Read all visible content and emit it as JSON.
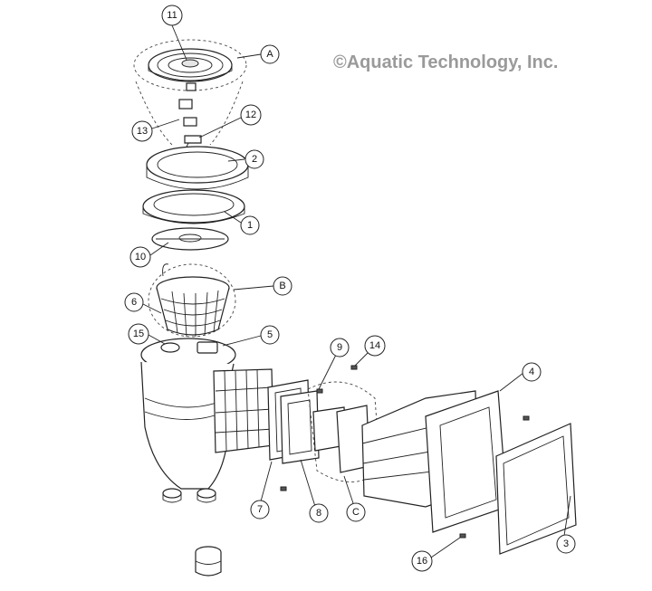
{
  "copyright": "©Aquatic Technology, Inc.",
  "callouts": {
    "lid_assembly": "A",
    "basket_assembly": "B",
    "weir_assembly": "C",
    "part_1": "1",
    "part_2": "2",
    "part_3": "3",
    "part_4": "4",
    "part_5": "5",
    "part_6": "6",
    "part_7": "7",
    "part_8": "8",
    "part_9": "9",
    "part_10": "10",
    "part_11": "11",
    "part_12": "12",
    "part_13": "13",
    "part_14": "14",
    "part_15": "15",
    "part_16": "16"
  }
}
